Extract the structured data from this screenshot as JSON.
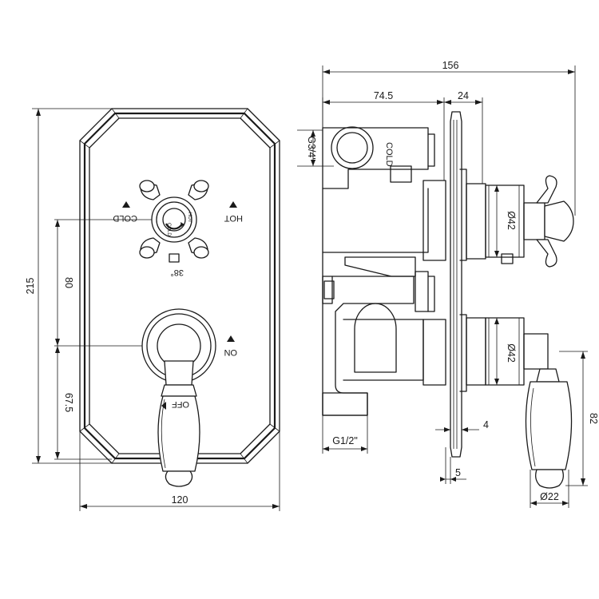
{
  "front_view": {
    "labels": {
      "cold": "COLD",
      "hot": "HOT",
      "on": "ON",
      "off": "OFF",
      "temp": "38°",
      "dial_cold": "COLD",
      "dial_hot": "HOT"
    },
    "dimensions": {
      "height": "215",
      "width": "120",
      "handle_spacing": "80",
      "lower_offset": "67.5"
    }
  },
  "side_view": {
    "labels": {
      "cold": "COLD"
    },
    "dimensions": {
      "total_depth": "156",
      "body_depth": "74.5",
      "plate_to_handle": "24",
      "inlet_thread": "G3/4\"",
      "outlet_thread": "G1/2\"",
      "upper_diameter": "Ø42",
      "lower_diameter": "Ø42",
      "plate_thickness": "4",
      "plate_offset": "5",
      "lever_length": "82",
      "lever_diameter": "Ø22"
    }
  }
}
